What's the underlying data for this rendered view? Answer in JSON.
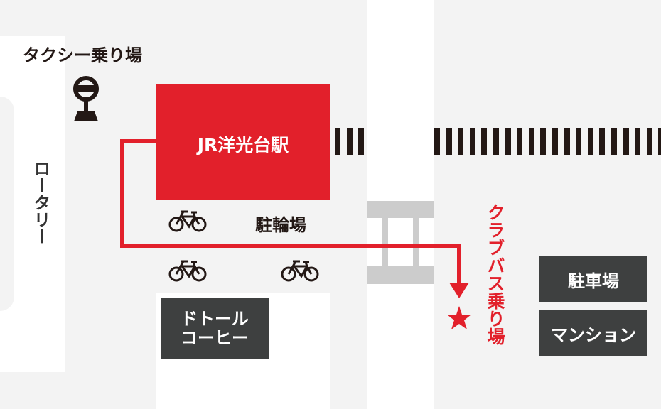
{
  "map": {
    "taxi_stand_label": "タクシー乗り場",
    "rotary_label": "ロータリー",
    "station_label": "JR洋光台駅",
    "bicycle_parking_label": "駐輪場",
    "cafe_label_line1": "ドトール",
    "cafe_label_line2": "コーヒー",
    "bus_stop_label": "クラブバス乗り場",
    "parking_label": "駐車場",
    "mansion_label": "マンション",
    "icons": {
      "taxi_stop": "taxi-stop-icon",
      "bicycle": "bicycle-icon",
      "destination": "star-icon",
      "route_arrow": "arrow-down-icon"
    },
    "colors": {
      "background": "#f3f3f3",
      "road": "#ffffff",
      "accent_red": "#e2202b",
      "building_dark": "#3e4040",
      "text_dark": "#231815",
      "overpass_gray": "#cccccc"
    },
    "railway_ties_left_count": 3,
    "railway_ties_right_count": 22
  }
}
